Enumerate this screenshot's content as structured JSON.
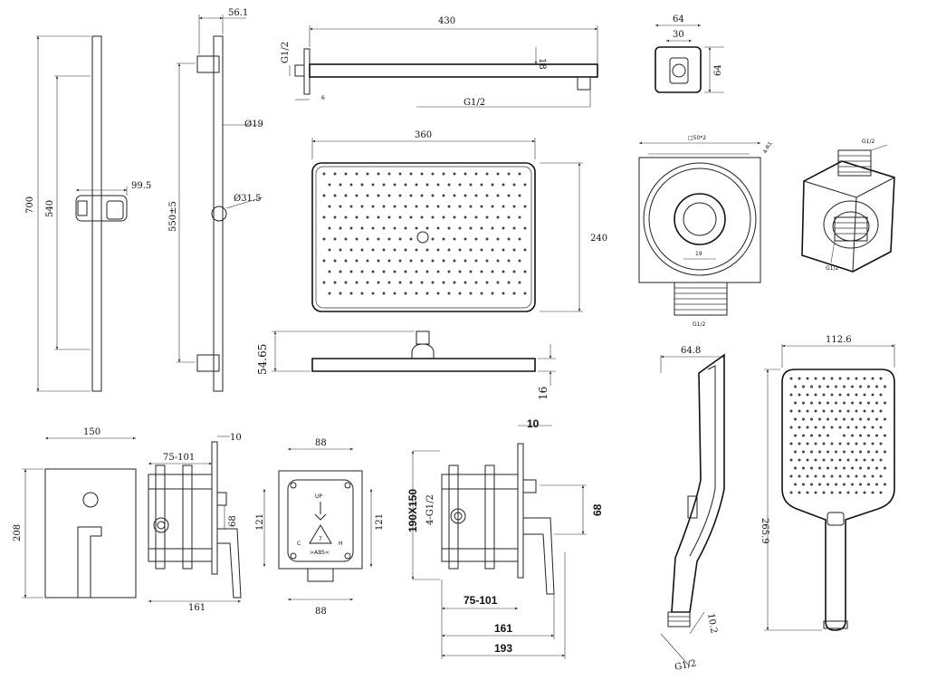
{
  "dims": {
    "rail_700": "700",
    "rail_540": "540",
    "rail_995": "99.5",
    "rail_561": "56.1",
    "rail_19": "Ø19",
    "rail_315": "Ø31.5",
    "rail_550": "550±5",
    "arm_430": "430",
    "arm_g12_top": "G1/2",
    "arm_18": "18",
    "arm_6": "6",
    "arm_g12_bottom": "G1/2",
    "wall_64_top": "64",
    "wall_30": "30",
    "wall_64_side": "64",
    "head_360": "360",
    "head_240": "240",
    "head_5465": "54.65",
    "head_16": "16",
    "outlet_top": "□50*2",
    "outlet_19": "19",
    "outlet_g12": "G1/2",
    "outlet_r": "4-R1",
    "iso_g12_top": "G1/2",
    "iso_g12_bottom": "G1/2",
    "hand_648": "64.8",
    "hand_1126": "112.6",
    "hand_2659": "265.9",
    "hand_102": "10.2",
    "hand_g12": "G1/2",
    "plate_150": "150",
    "plate_208": "208",
    "valve_75101": "75-101",
    "valve_10": "10",
    "valve_68": "68",
    "valve_161": "161",
    "box_88_top": "88",
    "box_121_left": "121",
    "box_121_right": "121",
    "box_88_bottom": "88",
    "box_up": "UP",
    "box_c": "C",
    "box_h": "H",
    "box_7": "7",
    "box_abs": ">ABS<",
    "big_10": "10",
    "big_190x150": "190X150",
    "big_4g12": "4-G1/2",
    "big_68": "68",
    "big_75101": "75-101",
    "big_161": "161",
    "big_193": "193"
  }
}
